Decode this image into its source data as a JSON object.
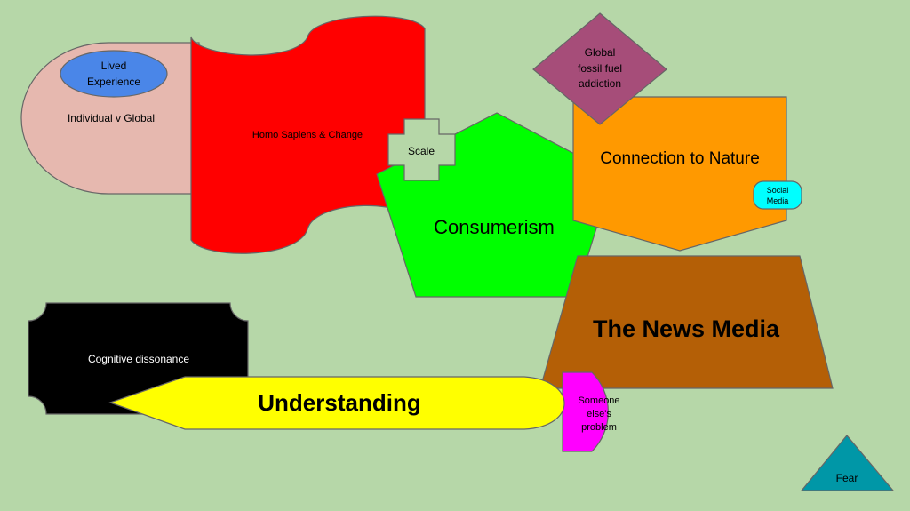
{
  "canvas": {
    "background": "#b6d7a8"
  },
  "shapes": {
    "individual_v_global": {
      "label": "Individual v Global",
      "shape": "snip-round-rectangle",
      "fill": "#e6b8af"
    },
    "lived_experience": {
      "line1": "Lived",
      "line2": "Experience",
      "shape": "ellipse",
      "fill": "#4a86e8"
    },
    "homo_sapiens": {
      "label": "Homo Sapiens & Change",
      "shape": "wave",
      "fill": "#ff0000"
    },
    "scale": {
      "label": "Scale",
      "shape": "plus",
      "fill": "#b6d7a8"
    },
    "consumerism": {
      "label": "Consumerism",
      "shape": "pentagon",
      "fill": "#00ff00"
    },
    "fossil_fuel": {
      "line1": "Global",
      "line2": "fossil fuel",
      "line3": "addiction",
      "shape": "diamond",
      "fill": "#a64d79"
    },
    "connection_nature": {
      "label": "Connection to Nature",
      "shape": "pentagon-arrow-down",
      "fill": "#ff9900"
    },
    "social_media": {
      "line1": "Social",
      "line2": "Media",
      "shape": "rounded-rectangle",
      "fill": "#00ffff"
    },
    "news_media": {
      "label": "The News Media",
      "shape": "trapezoid",
      "fill": "#b45f06"
    },
    "cognitive_dissonance": {
      "label": "Cognitive dissonance",
      "shape": "plaque",
      "fill": "#000000",
      "text_color": "#ffffff"
    },
    "understanding": {
      "label": "Understanding",
      "shape": "pointer",
      "fill": "#ffff00"
    },
    "someone_else": {
      "line1": "Someone",
      "line2": "else's",
      "line3": "problem",
      "shape": "half-round",
      "fill": "#ff00ff"
    },
    "fear": {
      "label": "Fear",
      "shape": "triangle",
      "fill": "#0097a7"
    }
  }
}
